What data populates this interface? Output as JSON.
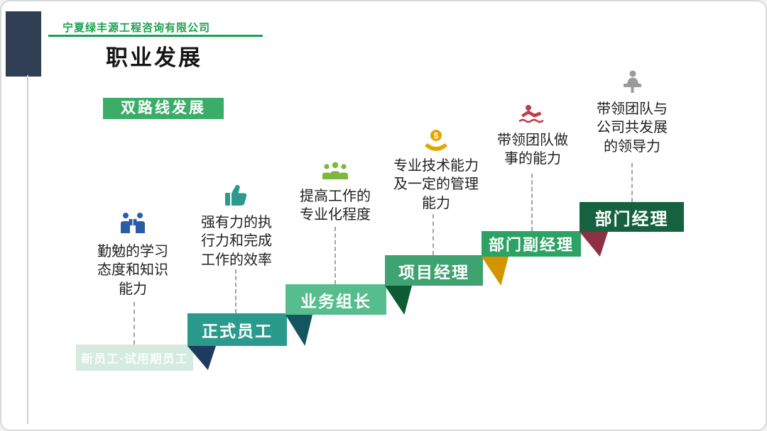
{
  "header": {
    "company": "宁夏绿丰源工程咨询有限公司",
    "title": "职业发展",
    "badge": "双路线发展"
  },
  "steps": [
    {
      "label": "新员工·试用期员工",
      "desc": "勤勉的学习\n态度和知识\n能力",
      "icon": "learning-icon"
    },
    {
      "label": "正式员工",
      "desc": "强有力的执\n行力和完成\n工作的效率",
      "icon": "thumbs-up-icon"
    },
    {
      "label": "业务组长",
      "desc": "提高工作的\n专业化程度",
      "icon": "team-icon"
    },
    {
      "label": "项目经理",
      "desc": "专业技术能力\n及一定的管理\n能力",
      "icon": "coin-hand-icon"
    },
    {
      "label": "部门副经理",
      "desc": "带领团队做\n事的能力",
      "icon": "swimmer-icon"
    },
    {
      "label": "部门经理",
      "desc": "带领团队与\n公司共发展\n的领导力",
      "icon": "leader-reading-icon"
    }
  ],
  "colors": {
    "green": "#1aa14f",
    "badge": "#3bad69",
    "bar0": "#d4ebdf",
    "bar1": "#2a9a8c",
    "bar2": "#56bd8e",
    "bar3": "#3ea271",
    "bar4": "#2ca364",
    "bar5": "#156140",
    "wedge1": "#1e3a5e",
    "wedge2": "#14565e",
    "wedge3": "#0d5c35",
    "wedge4": "#d29500",
    "wedge5": "#8e3044"
  }
}
